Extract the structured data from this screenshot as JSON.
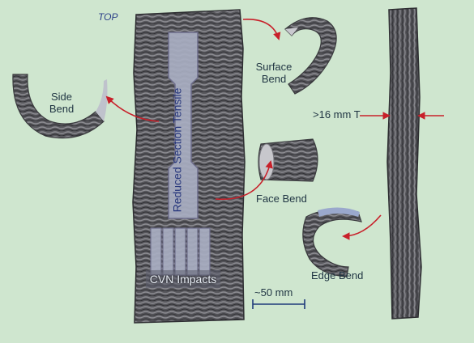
{
  "figure": {
    "top_label": "TOP",
    "labels": {
      "surface_bend_line1": "Surface",
      "surface_bend_line2": "Bend",
      "side_bend_line1": "Side",
      "side_bend_line2": "Bend",
      "thickness": ">16 mm T",
      "face_bend": "Face Bend",
      "edge_bend": "Edge Bend",
      "scale": "~50 mm",
      "cvn": "CVN Impacts",
      "tensile": "Reduced Section Tensile"
    },
    "colors": {
      "background": "#cfe6cf",
      "arrow": "#c8202a",
      "specimen_outline": "#6f6f8f",
      "specimen_fill": "#a9aec2",
      "metal_dark": "#3c3c40",
      "metal_light": "#8a8a90",
      "scale_bar": "#1f3a7a"
    }
  }
}
